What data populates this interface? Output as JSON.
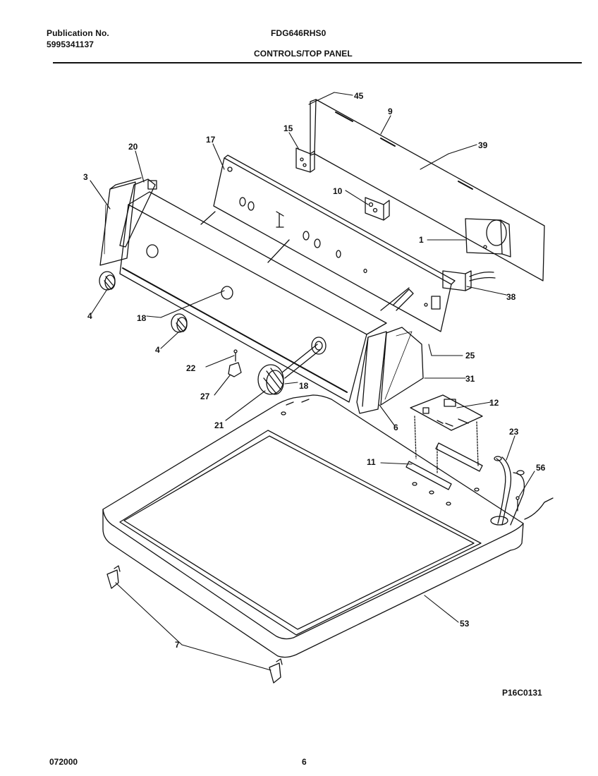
{
  "header": {
    "publication_label": "Publication No.",
    "publication_number": "5995341137",
    "model": "FDG646RHS0",
    "section_title": "CONTROLS/TOP PANEL"
  },
  "callouts": {
    "c45": "45",
    "c9": "9",
    "c39": "39",
    "c15": "15",
    "c17": "17",
    "c20": "20",
    "c3": "3",
    "c10": "10",
    "c1": "1",
    "c38": "38",
    "c4a": "4",
    "c18a": "18",
    "c4b": "4",
    "c25": "25",
    "c22": "22",
    "c31": "31",
    "c18b": "18",
    "c27": "27",
    "c12": "12",
    "c6": "6",
    "c21": "21",
    "c23": "23",
    "c11": "11",
    "c56": "56",
    "c53": "53",
    "c7": "7"
  },
  "figure_code": "P16C0131",
  "footer": {
    "date_code": "072000",
    "page_number": "6"
  }
}
